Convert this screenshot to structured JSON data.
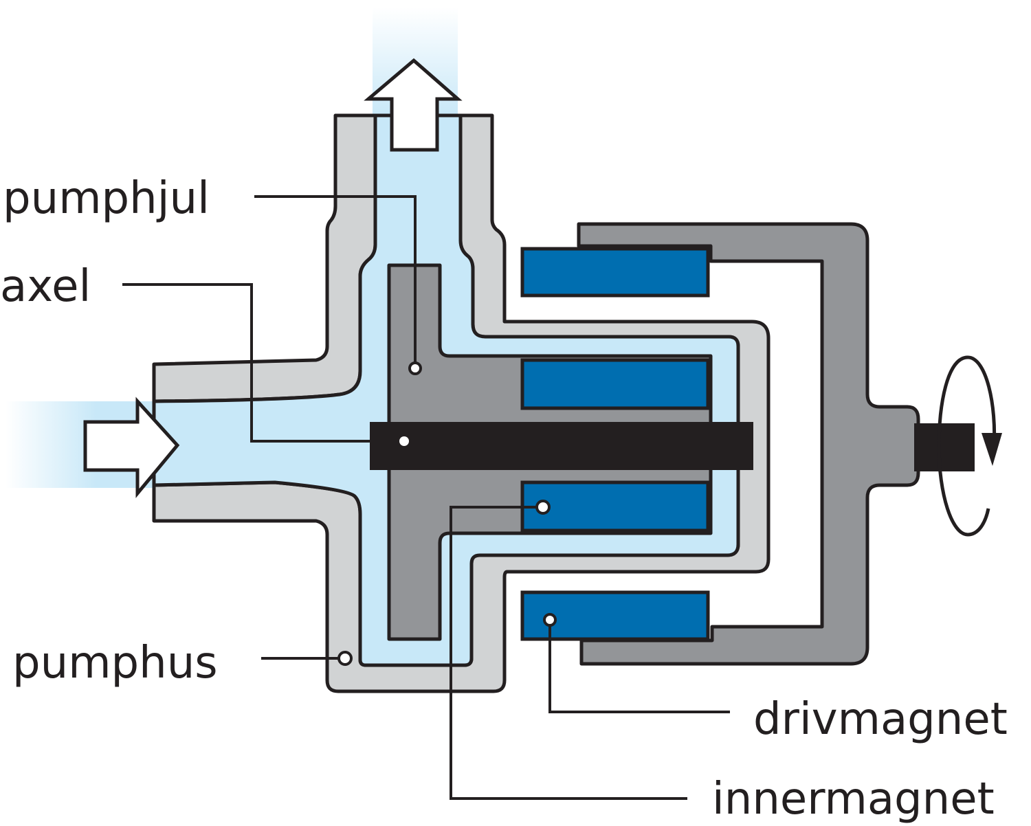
{
  "diagram": {
    "labels": {
      "pumphjul": "pumphjul",
      "axel": "axel",
      "pumphus": "pumphus",
      "drivmagnet": "drivmagnet",
      "innermagnet": "innermagnet"
    },
    "colors": {
      "housing": "#d1d3d4",
      "housing_outline": "#231f20",
      "fluid": "#c8e8f8",
      "impeller": "#939598",
      "magnet": "#006eb0",
      "shaft": "#231f20",
      "arrow_fill": "#ffffff"
    },
    "icons": {
      "inlet_arrow": "arrow-right-icon",
      "outlet_arrow": "arrow-up-icon",
      "rotation": "rotation-icon"
    }
  }
}
